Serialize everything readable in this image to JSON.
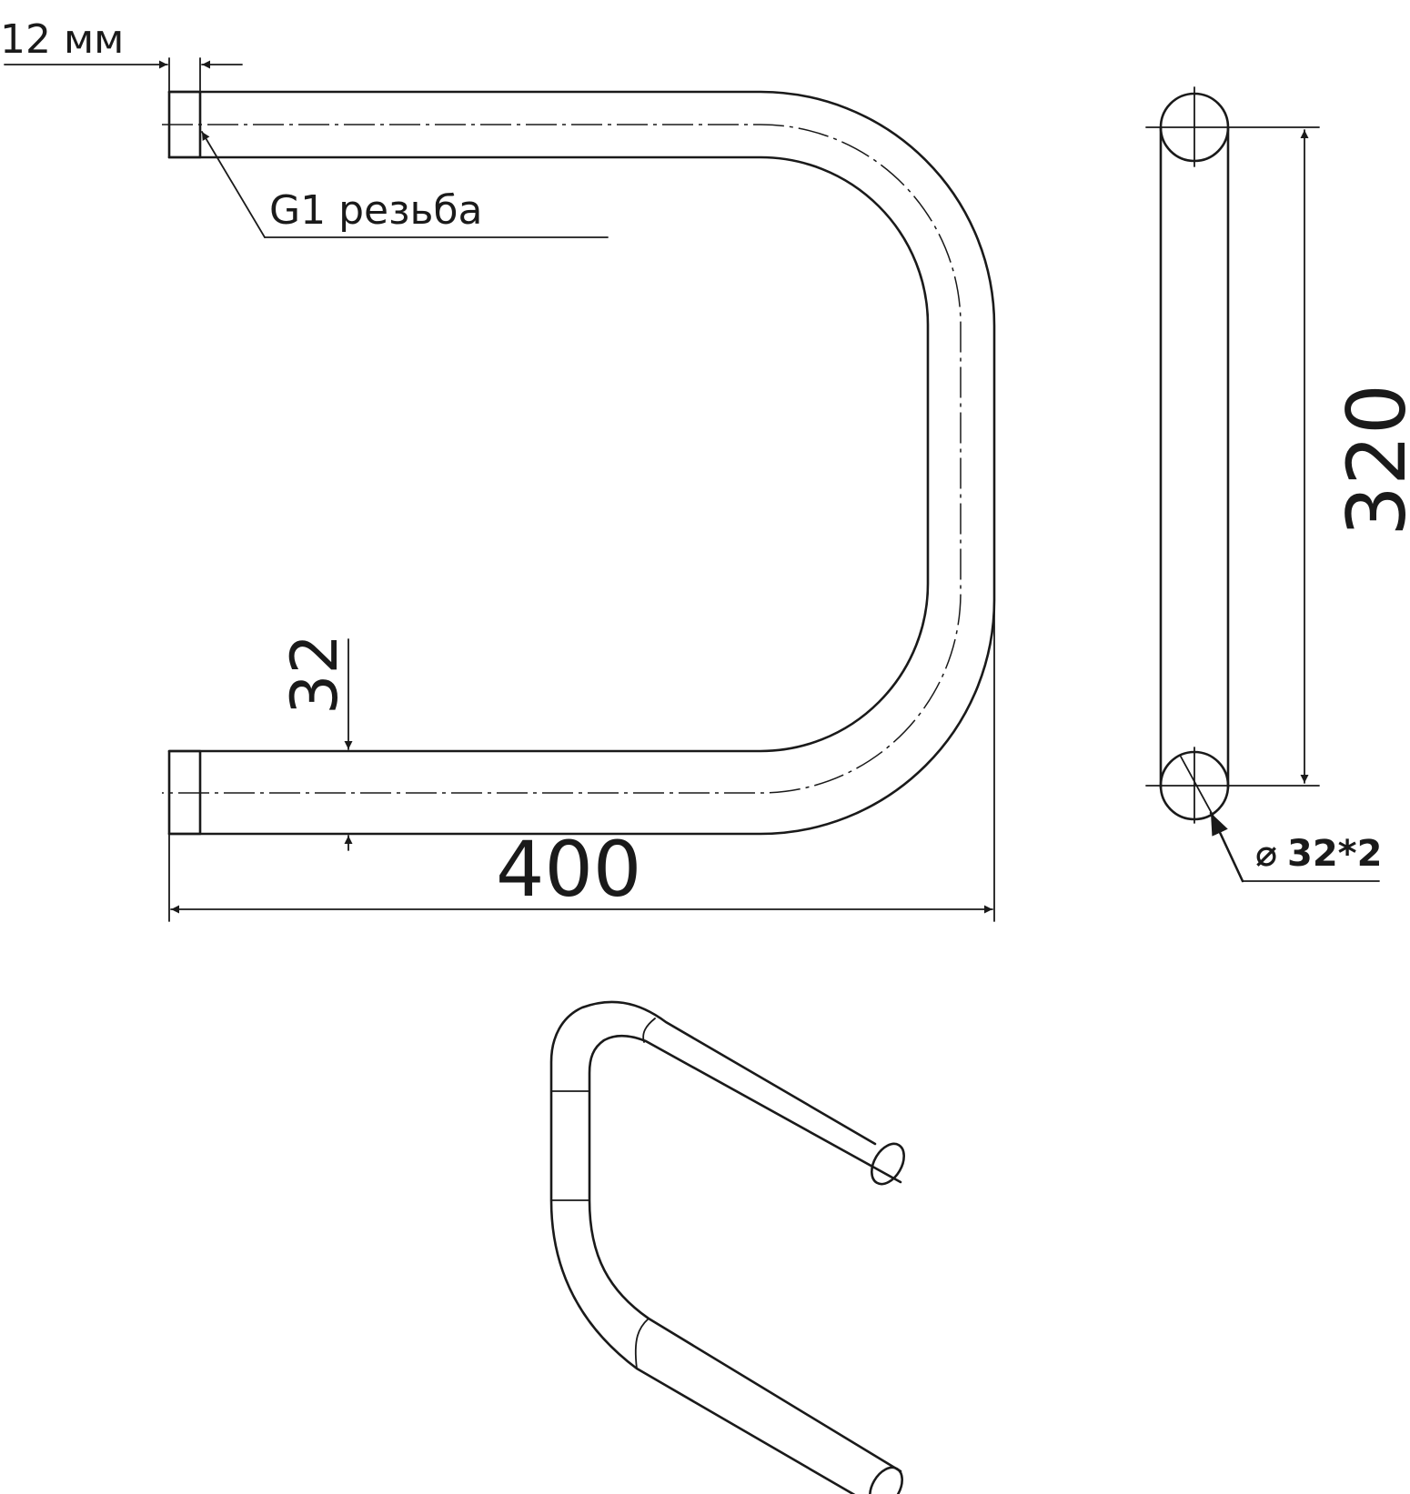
{
  "labels": {
    "thread_length": "12 мм",
    "thread_note": "G1 резьба",
    "pipe_diameter": "32",
    "overall_width": "400",
    "overall_height": "320",
    "pipe_spec_symbol": "⌀",
    "pipe_spec": "32*2"
  },
  "colors": {
    "line": "#1a1a1a",
    "background": "#ffffff"
  }
}
